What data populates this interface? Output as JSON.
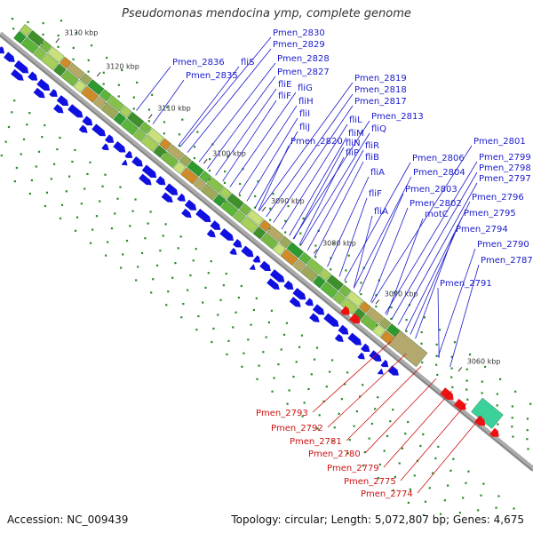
{
  "title": "Pseudomonas mendocina ymp, complete genome",
  "footer": {
    "accession": "Accession: NC_009439",
    "summary": "Topology: circular; Length: 5,072,807 bp; Genes: 4,675"
  },
  "scale_labels": [
    "3130 kbp",
    "3120 kbp",
    "3110 kbp",
    "3100 kbp",
    "3090 kbp",
    "3080 kbp",
    "3070 kbp",
    "3060 kbp"
  ],
  "blue_genes": [
    "Pmen_2830",
    "Pmen_2829",
    "Pmen_2836",
    "fliS",
    "Pmen_2828",
    "Pmen_2835",
    "Pmen_2827",
    "fliE",
    "fliG",
    "fliF",
    "fliH",
    "fliI",
    "fliJ",
    "Pmen_2820",
    "Pmen_2819",
    "Pmen_2818",
    "Pmen_2817",
    "fliL",
    "Pmen_2813",
    "fliM",
    "fliQ",
    "fliN",
    "fliR",
    "fliP",
    "fliB",
    "Pmen_2801",
    "Pmen_2806",
    "Pmen_2799",
    "Pmen_2804",
    "fliA",
    "Pmen_2798",
    "Pmen_2797",
    "fliF",
    "Pmen_2803",
    "fliA",
    "Pmen_2796",
    "Pmen_2802",
    "motC",
    "Pmen_2795",
    "Pmen_2794",
    "Pmen_2790",
    "Pmen_2787",
    "Pmen_2791"
  ],
  "red_genes": [
    "Pmen_2793",
    "Pmen_2792",
    "Pmen_2781",
    "Pmen_2780",
    "Pmen_2779",
    "Pmen_2775",
    "Pmen_2774"
  ],
  "colors": {
    "forward_gene": "#1010e0",
    "reverse_gene": "#ee1111",
    "label_blue": "#1a1acc",
    "label_red": "#cc1111",
    "backbone": "#999999",
    "dots": "#2a8a2a"
  }
}
